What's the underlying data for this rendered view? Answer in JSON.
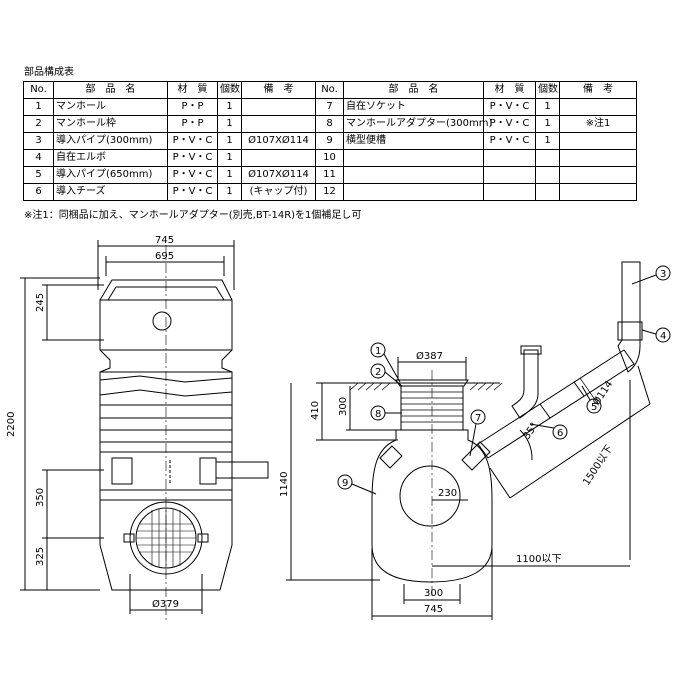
{
  "table": {
    "title": "部品構成表",
    "headers": [
      "No.",
      "部　品　名",
      "材　質",
      "個数",
      "備　考",
      "No.",
      "部　品　名",
      "材　質",
      "個数",
      "備　考"
    ],
    "rows": [
      [
        [
          "1",
          "マンホール",
          "P・P",
          "1",
          ""
        ],
        [
          "7",
          "自在ソケット",
          "P・V・C",
          "1",
          ""
        ]
      ],
      [
        [
          "2",
          "マンホール枠",
          "P・P",
          "1",
          ""
        ],
        [
          "8",
          "マンホールアダプター(300mm)",
          "P・V・C",
          "1",
          "※注1"
        ]
      ],
      [
        [
          "3",
          "導入パイプ(300mm)",
          "P・V・C",
          "1",
          "Ø107XØ114"
        ],
        [
          "9",
          "横型便槽",
          "P・V・C",
          "1",
          ""
        ]
      ],
      [
        [
          "4",
          "自在エルボ",
          "P・V・C",
          "1",
          ""
        ],
        [
          "10",
          "",
          "",
          "",
          ""
        ]
      ],
      [
        [
          "5",
          "導入パイプ(650mm)",
          "P・V・C",
          "1",
          "Ø107XØ114"
        ],
        [
          "11",
          "",
          "",
          "",
          ""
        ]
      ],
      [
        [
          "6",
          "導入チーズ",
          "P・V・C",
          "1",
          "(キャップ付)"
        ],
        [
          "12",
          "",
          "",
          "",
          ""
        ]
      ]
    ],
    "note": "※注1：同梱品に加え、マンホールアダプター(別売,BT-14R)を1個補足し可"
  },
  "front_view": {
    "dim_top_outer": "745",
    "dim_top_inner": "695",
    "dim_top_section": "245",
    "dim_total_height": "2200",
    "dim_mid": "350",
    "dim_bottom": "325",
    "dim_manhole_dia": "Ø379"
  },
  "side_view": {
    "dim_opening_dia": "Ø387",
    "dim_410": "410",
    "dim_300_vertical": "300",
    "dim_1140": "1140",
    "dim_230": "230",
    "dim_angle": "35°",
    "dim_pipe_dia": "Ø114",
    "dim_1500": "1500以下",
    "dim_1100": "1100以下",
    "dim_base_300": "300",
    "dim_base_745": "745",
    "callouts": [
      "1",
      "2",
      "3",
      "4",
      "5",
      "6",
      "7",
      "8",
      "9"
    ]
  },
  "colors": {
    "line": "#000000",
    "fill": "#ffffff",
    "grid": "#e6e6e6"
  }
}
